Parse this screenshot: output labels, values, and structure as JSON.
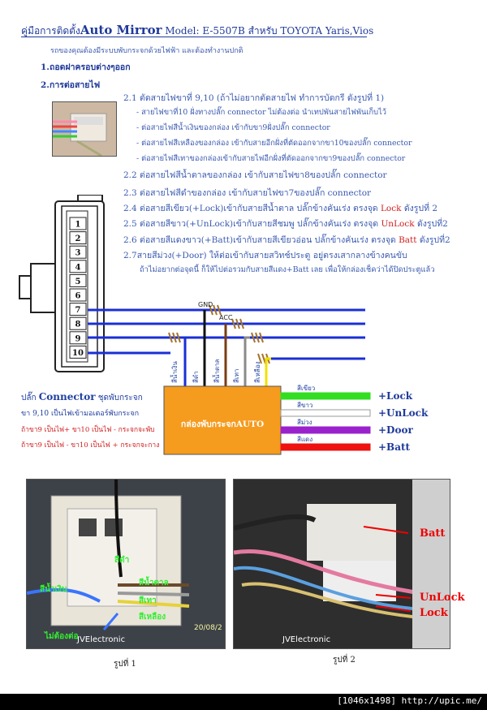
{
  "header": {
    "title_prefix": "คู่มือการติดตั้ง",
    "title_brand": "Auto Mirror",
    "title_model": " Model: E-5507B สำหรับ TOYOTA Yaris,Vios",
    "intro": "รถของคุณต้องมีระบบพับกระจกด้วยไฟฟ้า และต้องทำงานปกติ"
  },
  "steps": {
    "s1": "1.ถอดฝาครอบต่างๆออก",
    "s2": "2.การต่อสายไฟ"
  },
  "instructions": [
    {
      "num": "2.1",
      "text": "ตัดสายไฟขาที่ 9,10  (ถ้าไม่อยากตัดสายไฟ ทำการบัดกรี ดังรูปที่ 1)"
    },
    {
      "num": "",
      "text": "- สายไฟขาที่10 ฝั่งทางปลั๊ก connector  ไม่ต้องต่อ นำเทปพันสายไฟพันเก็บไว้"
    },
    {
      "num": "",
      "text": "- ต่อสายไฟสีน้ำเงินของกล่อง เข้ากับขา9ฝั่งปลั๊ก connector"
    },
    {
      "num": "",
      "text": "- ต่อสายไฟสีเหลืองของกล่อง เข้ากับสายอีกฝั่งที่ตัดออกจากขา10ของปลั๊ก connector"
    },
    {
      "num": "",
      "text": "- ต่อสายไฟสีเทาของกล่องเข้ากับสายไฟอีกฝั่งที่ตัดออกจากขา9ของปลั๊ก connector"
    },
    {
      "num": "2.2",
      "text": "ต่อสายไฟสีน้ำตาลของกล่อง เข้ากับสายไฟขา8ของปลั๊ก connector"
    },
    {
      "num": "2.3",
      "text": "ต่อสายไฟสีดำของกล่อง เข้ากับสายไฟขา7ของปลั๊ก connector"
    },
    {
      "num": "2.4",
      "text": "ต่อสายสีเขียว(+Lock)เข้ากับสายสีน้ำตาล ปลั๊กข้างคันเร่ง ตรงจุด ",
      "red": "Lock",
      "tail": " ดังรูปที่ 2"
    },
    {
      "num": "2.5",
      "text": "ต่อสายสีขาว(+UnLock)เข้ากับสายสีชมพู ปลั๊กข้างคันเร่ง ตรงจุด ",
      "red": "UnLock",
      "tail": " ดังรูปที่2"
    },
    {
      "num": "2.6",
      "text": "ต่อสายสีแดงขาว(+Batt)เข้ากับสายสีเขียวอ่อน ปลั๊กข้างคันเร่ง ตรงจุด ",
      "red": "Batt",
      "tail": " ดังรูปที่2"
    },
    {
      "num": "2.7",
      "text": "สายสีม่วง(+Door) ให้ต่อเข้ากับสายสวิทช์ประตู อยู่ตรงเสากลางข้างคนขับ"
    },
    {
      "num": "",
      "text": "ถ้าไม่อยากต่อจุดนี้ ก็ให้ไปต่อรวมกับสายสีแดง+Batt เลย เพื่อให้กล่องเช็คว่าได้ปิดประตูแล้ว"
    }
  ],
  "connector": {
    "pins": [
      "1",
      "2",
      "3",
      "4",
      "5",
      "6",
      "7",
      "8",
      "9",
      "10"
    ]
  },
  "diagram": {
    "gnd_label": "GND",
    "acc_label": "ACC",
    "vertical_wire_labels": [
      "สีน้ำเงิน",
      "สีดำ",
      "สีน้ำตาล",
      "สีเทา",
      "สีเหลือง"
    ],
    "box_label": "กล่องพับกระจกAUTO",
    "outputs": [
      {
        "color_name": "สีเขียว",
        "signal": "+Lock",
        "color": "#33dd22"
      },
      {
        "color_name": "สีขาว",
        "signal": "+UnLock",
        "color": "#ffffff"
      },
      {
        "color_name": "สีม่วง",
        "signal": "+Door",
        "color": "#9a22cc"
      },
      {
        "color_name": "สีแดง",
        "signal": "+Batt",
        "color": "#ee1111"
      }
    ]
  },
  "notes": {
    "connector_line1_a": "ปลั๊ก ",
    "connector_line1_b": "Connector",
    "connector_line1_c": " ชุดพับกระจก",
    "connector_line2": "ขา 9,10 เป็นไฟเข้ามอเตอร์พับกระจก",
    "red_line1": "ถ้าขา9 เป็นไฟ+  ขา10 เป็นไฟ -  กระจกจะพับ",
    "red_line2": "ถ้าขา9 เป็นไฟ - ขา10 เป็นไฟ +  กระจกจะกาง"
  },
  "photos": {
    "photo1_watermark": "JVElectronic",
    "photo1_date": "20/08/2",
    "photo1_labels": {
      "black": "สีดำ",
      "blue": "สีน้ำเงิน",
      "brown": "สีน้ำตาล",
      "gray": "สีเทา",
      "yellow": "สีเหลือง",
      "nocon": "ไม่ต้องต่อ"
    },
    "photo2_watermark": "JVElectronic",
    "photo2_labels": {
      "batt": "Batt",
      "unlock": "UnLock",
      "lock": "Lock"
    },
    "caption1": "รูปที่ 1",
    "caption2": "รูปที่ 2"
  },
  "footer": {
    "text": "[1046x1498] http://upic.me/"
  },
  "colors": {
    "accent": "#1f3a9a",
    "box": "#f59b1e",
    "red": "#d02020"
  }
}
